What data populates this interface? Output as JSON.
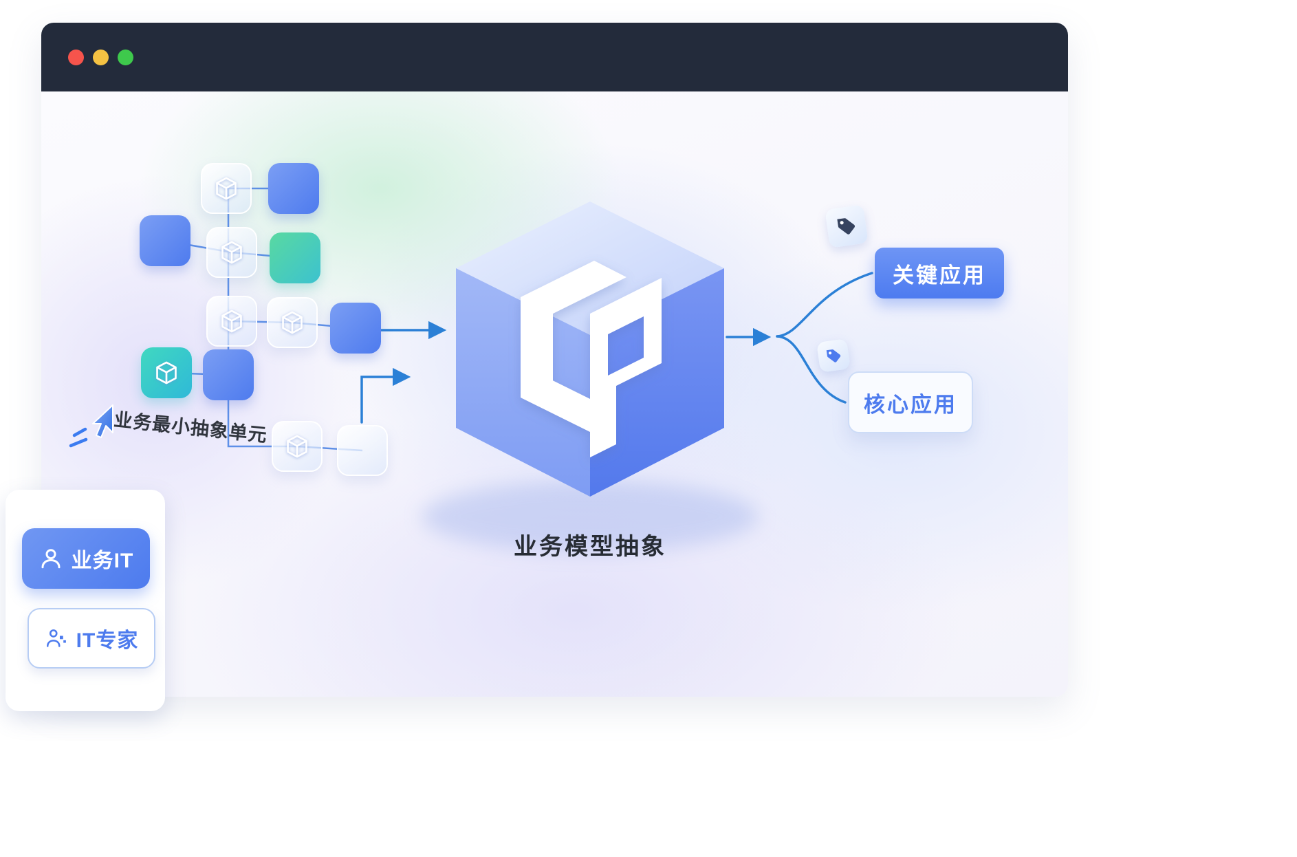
{
  "window": {
    "traffic_lights": [
      {
        "name": "close",
        "color": "#f6544c"
      },
      {
        "name": "minimize",
        "color": "#f5c243"
      },
      {
        "name": "maximize",
        "color": "#3ec94c"
      }
    ],
    "titlebar_color": "#232b3b"
  },
  "illustration": {
    "unit_caption": "业务最小抽象单元",
    "model_caption": "业务模型抽象",
    "key_app": "关键应用",
    "core_app": "核心应用"
  },
  "roles": {
    "business_it": "业务IT",
    "it_expert": "IT专家"
  },
  "icons": {
    "cursor": "cursor-arrow-icon",
    "unit": "cube-icon",
    "key_app": "tag-icon",
    "core_app": "tag-icon",
    "business_it": "person-icon",
    "it_expert": "it-expert-icon"
  },
  "colors": {
    "accent_blue": "#4d7bee",
    "arrow_blue": "#2b80d6",
    "teal": "#35cfc0",
    "green": "#59d9a1",
    "cube_light": "#c2d1fa",
    "cube_mid": "#7e9cf3",
    "cube_dark": "#5379ec",
    "text_dark": "#2b3038"
  }
}
